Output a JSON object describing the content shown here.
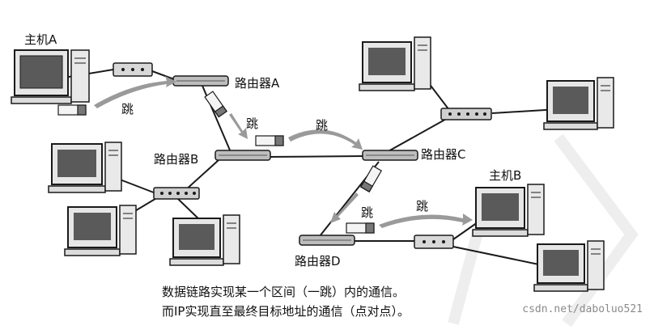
{
  "labels": {
    "host_a": "主机A",
    "host_b": "主机B",
    "router_a": "路由器A",
    "router_b": "路由器B",
    "router_c": "路由器C",
    "router_d": "路由器D"
  },
  "hops": [
    "跳",
    "跳",
    "跳",
    "跳",
    "跳"
  ],
  "caption": {
    "line1": "数据链路实现某一个区间（一跳）内的通信。",
    "line2": "而IP实现直至最终目标地址的通信（点对点）。"
  },
  "watermark": "csdn.net/daboluo521",
  "colors": {
    "line": "#1a1a1a",
    "device": "#2a2a2a",
    "screen": "#555555",
    "arrow": "#9a9a9a",
    "accent": "#e8e8e8"
  }
}
